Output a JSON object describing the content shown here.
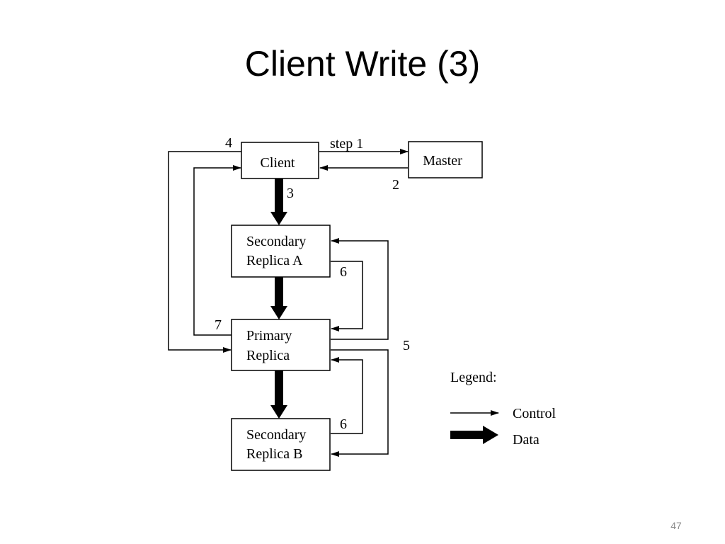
{
  "slide": {
    "title": "Client Write (3)",
    "page_number": "47"
  },
  "diagram": {
    "nodes": {
      "client": {
        "label": "Client"
      },
      "master": {
        "label": "Master"
      },
      "secondary_a": {
        "line1": "Secondary",
        "line2": "Replica A"
      },
      "primary": {
        "line1": "Primary",
        "line2": "Replica"
      },
      "secondary_b": {
        "line1": "Secondary",
        "line2": "Replica B"
      }
    },
    "step_labels": {
      "step1": "step 1",
      "step2": "2",
      "step3": "3",
      "step4": "4",
      "step5": "5",
      "step6_a": "6",
      "step6_b": "6",
      "step7": "7"
    },
    "legend": {
      "title": "Legend:",
      "control_label": "Control",
      "data_label": "Data"
    }
  }
}
